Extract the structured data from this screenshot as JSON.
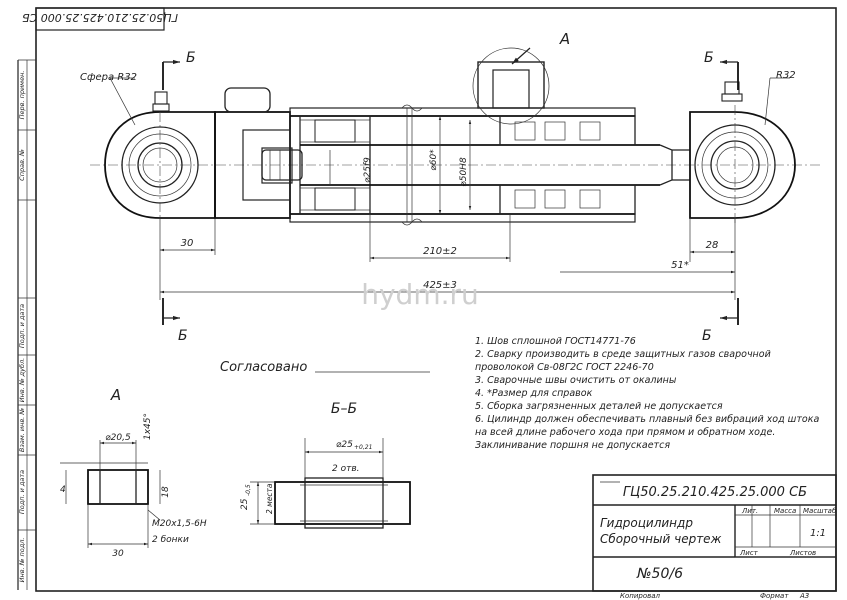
{
  "drawing": {
    "rotated_code": "ГЦ50.25.210.425.25.000 СБ",
    "sphere_label": "Сфера R32",
    "r32_label": "R32",
    "view_a_callout": "А",
    "section_b_left_top": "Б",
    "section_b_right_top": "Б",
    "section_b_left_bottom": "Б",
    "section_b_right_bottom": "Б",
    "dims": {
      "d25": "⌀25f9",
      "d60": "⌀60*",
      "d50": "⌀50H8",
      "d30": "30",
      "d210": "210±2",
      "d28": "28",
      "d51": "51*",
      "d425": "425±3"
    },
    "watermark": "hydm.ru",
    "agreed_label": "Согласовано"
  },
  "notes": [
    "1. Шов сплошной  ГОСТ14771-76",
    "2. Сварку производить в среде защитных газов сварочной",
    "проволокой Св-08Г2С  ГОСТ 2246-70",
    "3. Сварочные швы очистить от окалины",
    "4. *Размер для справок",
    "5. Сборка загрязненных деталей не допускается",
    "6. Цилиндр должен обеспечивать плавный без вибраций ход штока",
    "на всей длине рабочего хода при прямом и обратном ходе.",
    "Заклинивание поршня не допускается"
  ],
  "view_a": {
    "title": "А",
    "d205": "⌀20,5",
    "chamfer": "1х45°",
    "d4": "4",
    "d18": "18",
    "thread": "М20х1,5-6Н",
    "count": "2 бонки",
    "d30": "30"
  },
  "section_bb": {
    "title": "Б–Б",
    "d25": "⌀25",
    "d25_tol": "+0,21",
    "holes": "2 отв.",
    "side_dim": "25",
    "side_tol": "-0,5",
    "side_count": "2 места"
  },
  "side_strip": [
    "Перв. примен.",
    "Справ. №",
    "Подп. и дата",
    "Инв. № дубл.",
    "Взам. инв. №",
    "Подп. и дата",
    "Инв. № подл."
  ],
  "title_block": {
    "code": "ГЦ50.25.210.425.25.000 СБ",
    "name_line1": "Гидроцилиндр",
    "name_line2": "Сборочный чертеж",
    "number": "№50/6",
    "col_lit": "Лит.",
    "col_mass": "Масса",
    "col_scale": "Масштаб",
    "scale_value": "1:1",
    "sheet": "Лист",
    "sheets": "Листов",
    "copied": "Копировал",
    "format_label": "Формат",
    "format_value": "А3"
  }
}
